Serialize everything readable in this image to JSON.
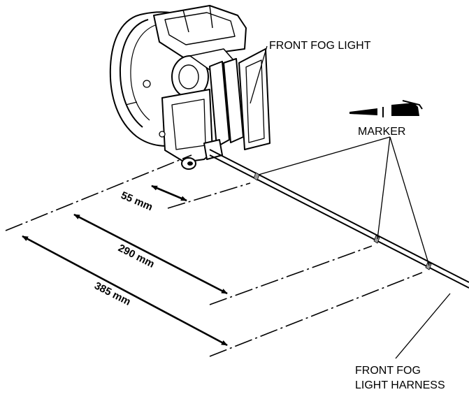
{
  "labels": {
    "fog_light": "FRONT FOG LIGHT",
    "marker": "MARKER",
    "harness_line1": "FRONT FOG",
    "harness_line2": "LIGHT HARNESS"
  },
  "dimensions": {
    "d1": "55 mm",
    "d2": "290 mm",
    "d3": "385 mm"
  },
  "colors": {
    "ink": "#000000",
    "marker_band": "#9a9a9a",
    "background": "#ffffff"
  },
  "icons": [
    "fog-light-assembly-illustration",
    "marker-pen-icon"
  ]
}
